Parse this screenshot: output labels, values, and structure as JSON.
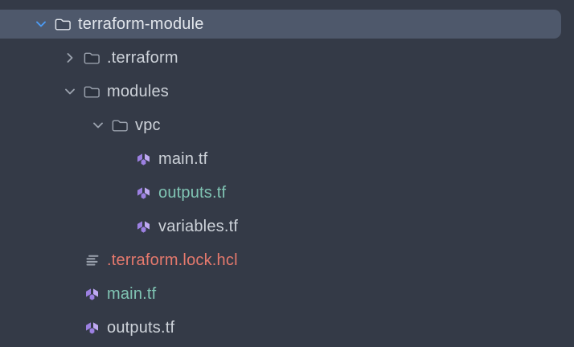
{
  "colors": {
    "bg": "#343a47",
    "selection": "#4e586b",
    "text-default": "#ced3da",
    "text-bright": "#e2e6ec",
    "text-teal": "#80c5b4",
    "text-salmon": "#e5796d",
    "icon-gray": "#9ba2ae",
    "chevron-blue": "#4c9bf5",
    "tf-purple": "#9c80e2",
    "tf-purple-light": "#bfa9f2"
  },
  "tree": {
    "items": [
      {
        "label": "terraform-module",
        "type": "folder",
        "state": "expanded",
        "depth": 0,
        "selected": true,
        "icon": "folder",
        "text_color": "bright"
      },
      {
        "label": ".terraform",
        "type": "folder",
        "state": "collapsed",
        "depth": 1,
        "selected": false,
        "icon": "folder",
        "text_color": "default"
      },
      {
        "label": "modules",
        "type": "folder",
        "state": "expanded",
        "depth": 1,
        "selected": false,
        "icon": "folder",
        "text_color": "default"
      },
      {
        "label": "vpc",
        "type": "folder",
        "state": "expanded",
        "depth": 2,
        "selected": false,
        "icon": "folder",
        "text_color": "default"
      },
      {
        "label": "main.tf",
        "type": "file",
        "state": "none",
        "depth": 3,
        "selected": false,
        "icon": "terraform-file",
        "text_color": "default"
      },
      {
        "label": "outputs.tf",
        "type": "file",
        "state": "none",
        "depth": 3,
        "selected": false,
        "icon": "terraform-file",
        "text_color": "teal"
      },
      {
        "label": "variables.tf",
        "type": "file",
        "state": "none",
        "depth": 3,
        "selected": false,
        "icon": "terraform-file",
        "text_color": "default"
      },
      {
        "label": ".terraform.lock.hcl",
        "type": "file",
        "state": "none",
        "depth": 1,
        "selected": false,
        "icon": "text-file",
        "text_color": "salmon"
      },
      {
        "label": "main.tf",
        "type": "file",
        "state": "none",
        "depth": 1,
        "selected": false,
        "icon": "terraform-file",
        "text_color": "teal"
      },
      {
        "label": "outputs.tf",
        "type": "file",
        "state": "none",
        "depth": 1,
        "selected": false,
        "icon": "terraform-file",
        "text_color": "default"
      }
    ]
  }
}
